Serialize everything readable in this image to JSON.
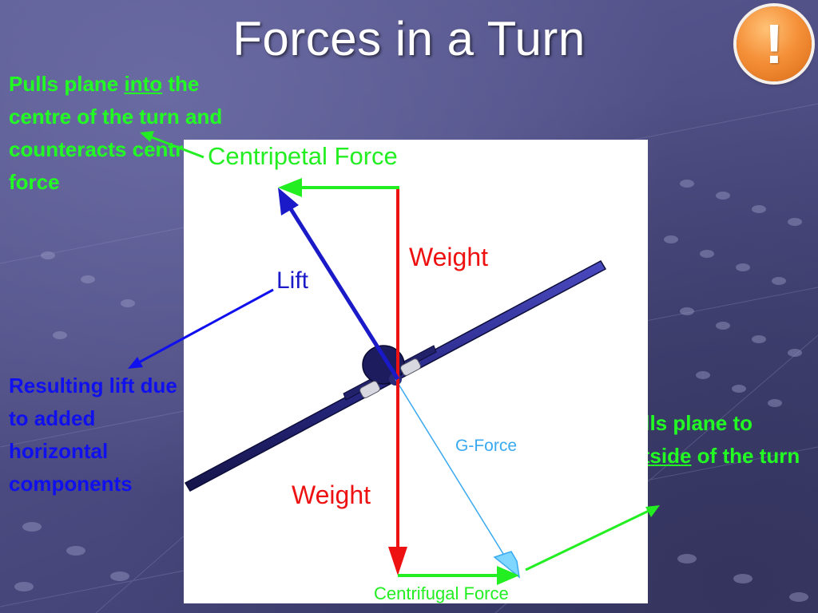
{
  "title": "Forces in a Turn",
  "badge": {
    "symbol": "!",
    "icon": "exclamation-icon",
    "color": "#f5913a"
  },
  "notes": {
    "centripetal": {
      "a": "Pulls plane ",
      "b": "into",
      "c": " the centre of the turn and counteracts centrifugal force"
    },
    "lift": {
      "text": "Resulting lift due to added horizontal components"
    },
    "centrifugal": {
      "a": "Pulls plane to ",
      "b": "outside",
      "c": " of the turn"
    }
  },
  "diagram": {
    "labels": {
      "centripetal": "Centripetal Force",
      "weight_top": "Weight",
      "lift": "Lift",
      "g_force": "G-Force",
      "weight_bottom": "Weight",
      "centrifugal": "Centrifugal Force"
    },
    "colors": {
      "green": "#22ee22",
      "red": "#ee1111",
      "blue": "#1a1ac8",
      "light_blue": "#39a9f0",
      "plane": "#1c1c5e"
    }
  }
}
